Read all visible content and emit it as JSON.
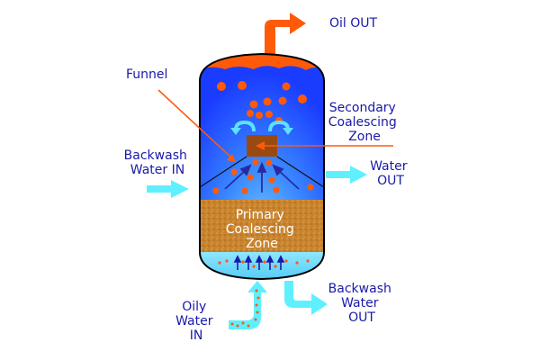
{
  "title": "Coalescing oil-water separator vessel",
  "labels": {
    "oil_out": "Oil OUT",
    "funnel": "Funnel",
    "secondary_zone": [
      "Secondary",
      "Coalescing",
      "Zone"
    ],
    "backwash_in": [
      "Backwash",
      "Water IN"
    ],
    "water_out": [
      "Water",
      "OUT"
    ],
    "primary_zone": [
      "Primary",
      "Coalescing",
      "Zone"
    ],
    "backwash_out": [
      "Backwash",
      "Water",
      "OUT"
    ],
    "oily_water_in": [
      "Oily",
      "Water",
      "IN"
    ]
  },
  "colors": {
    "label_text": "#1a1aa8",
    "oil": "#ff5a0a",
    "water_dark": "#1a3cff",
    "water_light": "#6ec8ff",
    "media": "#c8832e",
    "funnel_box": "#9a4a10",
    "inflow_arrow": "#5ef0ff",
    "flow_arrows": "#2a2aa0"
  }
}
